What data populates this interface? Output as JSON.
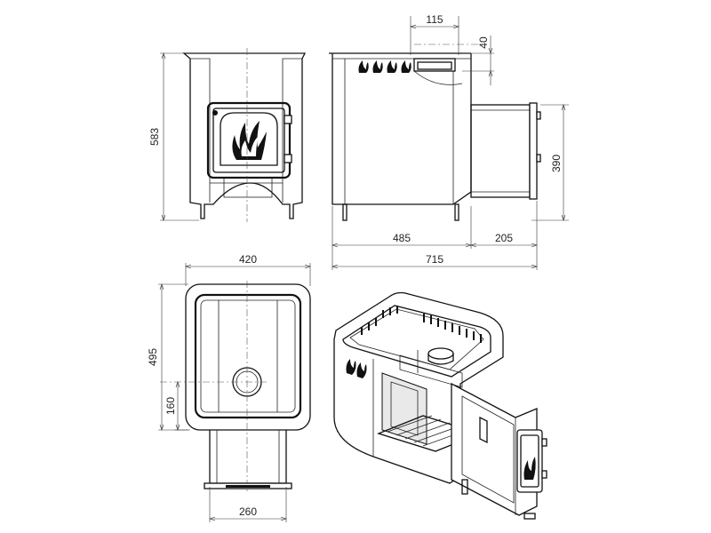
{
  "dimensions": {
    "front_height": "583",
    "side_top_offset": "115",
    "side_top_height": "40",
    "side_right_height": "390",
    "side_body_depth": "485",
    "side_firebox_depth": "205",
    "side_total_depth": "715",
    "top_width": "420",
    "top_depth": "495",
    "top_flue_offset": "160",
    "top_tunnel_width": "260"
  },
  "colors": {
    "line": "#111111",
    "dimension": "#333333",
    "background": "#ffffff"
  }
}
